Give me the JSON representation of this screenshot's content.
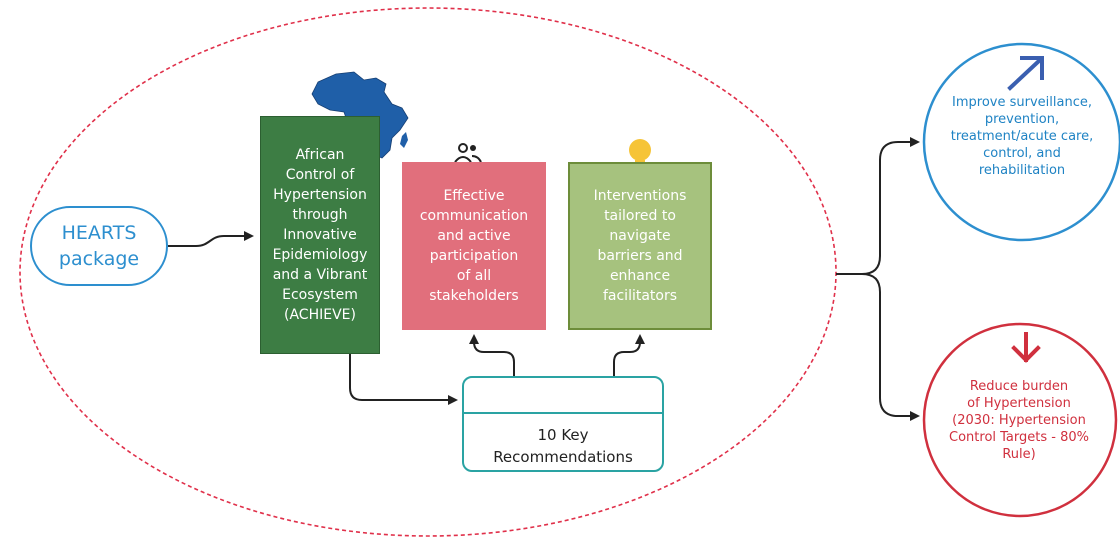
{
  "hearts": {
    "label": "HEARTS\npackage"
  },
  "achieve": {
    "label": "African\nControl of\nHypertension\nthrough\nInnovative\nEpidemiology\nand a Vibrant\nEcosystem\n(ACHIEVE)"
  },
  "communication": {
    "label": "Effective\ncommunication\nand active\nparticipation\nof all\nstakeholders",
    "icon": "people-icon"
  },
  "interventions": {
    "label": "Interventions\ntailored to\nnavigate\nbarriers and\nenhance\nfacilitators",
    "icon": "lightbulb-icon"
  },
  "recommendations": {
    "label": "10 Key\nRecommendations",
    "icon": "key-icon"
  },
  "outcomes": {
    "improve": {
      "label": "Improve surveillance,\nprevention,\ntreatment/acute care,\ncontrol, and\nrehabilitation",
      "icon": "arrow-up-right-icon",
      "color": "#1f83c4"
    },
    "reduce": {
      "label": "Reduce burden\nof Hypertension\n(2030: Hypertension\nControl Targets - 80%\nRule)",
      "icon": "arrow-down-icon",
      "color": "#d0303e"
    }
  },
  "map_icon": "africa-map-icon",
  "colors": {
    "achieve": "#3d7d44",
    "communication": "#e16f7c",
    "interventions": "#a6c27e",
    "recommendations_border": "#2aa3a3",
    "outer_ellipse": "#e0304a"
  }
}
